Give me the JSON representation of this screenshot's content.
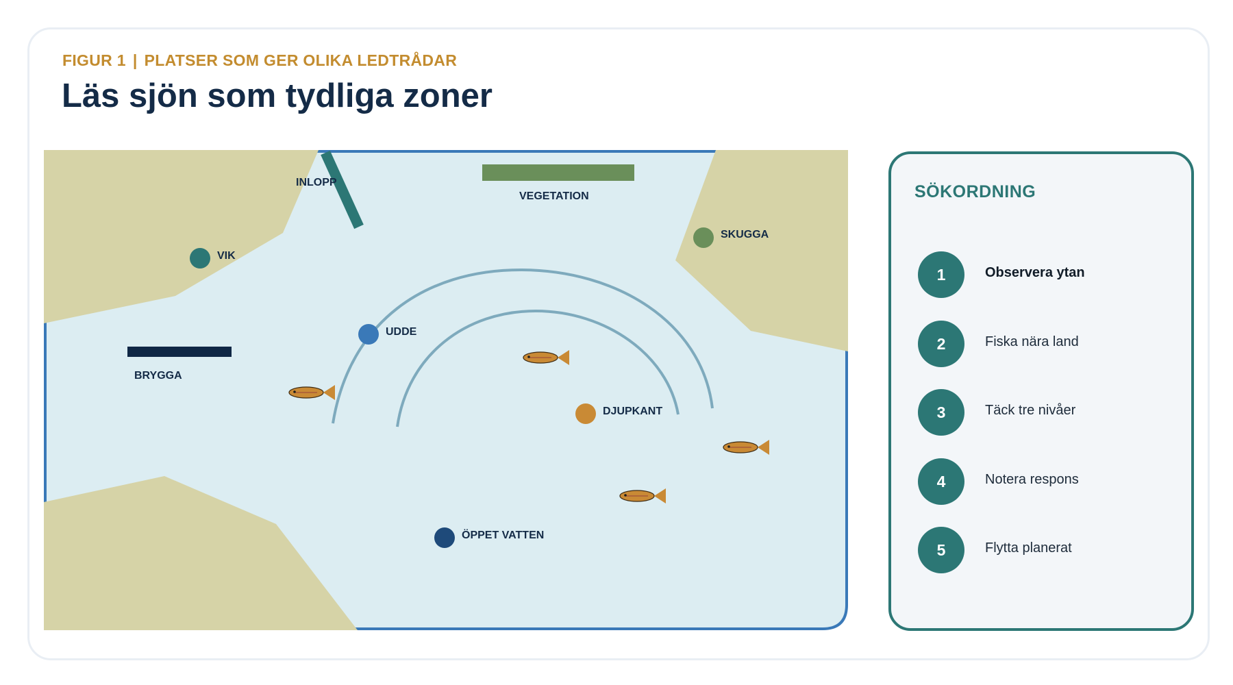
{
  "figure": {
    "eyebrow_number": "FIGUR 1",
    "eyebrow_separator": "|",
    "eyebrow_text": "PLATSER SOM GER OLIKA LEDTRÅDAR",
    "title": "Läs sjön som tydliga zoner"
  },
  "map": {
    "labels": {
      "inlopp": "INLOPP",
      "vegetation": "VEGETATION",
      "skugga": "SKUGGA",
      "vik": "VIK",
      "brygga": "BRYGGA",
      "udde": "UDDE",
      "djupkant": "DJUPKANT",
      "oppet_vatten": "ÖPPET VATTEN"
    },
    "colors": {
      "water": "#dcedf2",
      "shore": "#d6d3a7",
      "outline": "#3a79b8",
      "contour": "#7eaabd",
      "fish": "#c98a35",
      "vik": "#2c7775",
      "skugga": "#6a8f5a",
      "udde": "#3a79b8",
      "djupkant": "#c98a35",
      "oppet_vatten": "#1e4a7a",
      "vegetation": "#6a8f5a",
      "brygga": "#0f2745",
      "inlopp": "#2c7775"
    }
  },
  "panel": {
    "title": "SÖKORDNING",
    "steps": [
      {
        "number": "1",
        "label": "Observera ytan"
      },
      {
        "number": "2",
        "label": "Fiska nära land"
      },
      {
        "number": "3",
        "label": "Täck tre nivåer"
      },
      {
        "number": "4",
        "label": "Notera respons"
      },
      {
        "number": "5",
        "label": "Flytta planerat"
      }
    ]
  }
}
